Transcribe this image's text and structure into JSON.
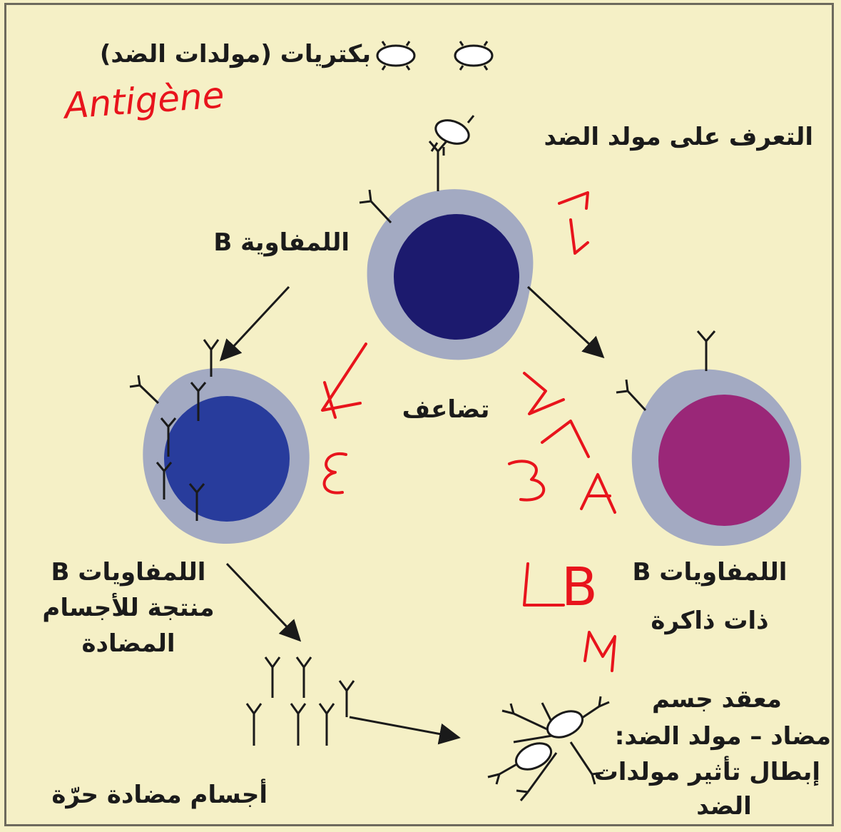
{
  "labels": {
    "bacteria": "بكتريات (مولدات الضد)",
    "recognition": "التعرف على مولد الضد",
    "b_lymphocyte": "اللمفاوية B",
    "proliferation": "تضاعف",
    "plasma_line1": "اللمفاويات B",
    "plasma_line2": "منتجة للأجسام",
    "plasma_line3": "المضادة",
    "memory_line1": "اللمفاويات B",
    "memory_line2": "ذات ذاكرة",
    "free_antibodies": "أجسام مضادة حرّة",
    "complex_line1": "معقد جسم",
    "complex_line2": "مضاد – مولد الضد:",
    "complex_line3": "إبطال تأثير مولدات",
    "complex_line4": "الضد"
  },
  "annotations": {
    "antigene": "Antigène",
    "b_letter": "B",
    "m_letter": "M"
  },
  "colors": {
    "background": "#f5f0c6",
    "membrane": "#a3aac2",
    "b_nucleus": "#1c1a6e",
    "plasma_nucleus": "#283c9c",
    "memory_nucleus": "#9a2778",
    "ink": "#1a1a1a",
    "annotation": "#e8141c"
  }
}
